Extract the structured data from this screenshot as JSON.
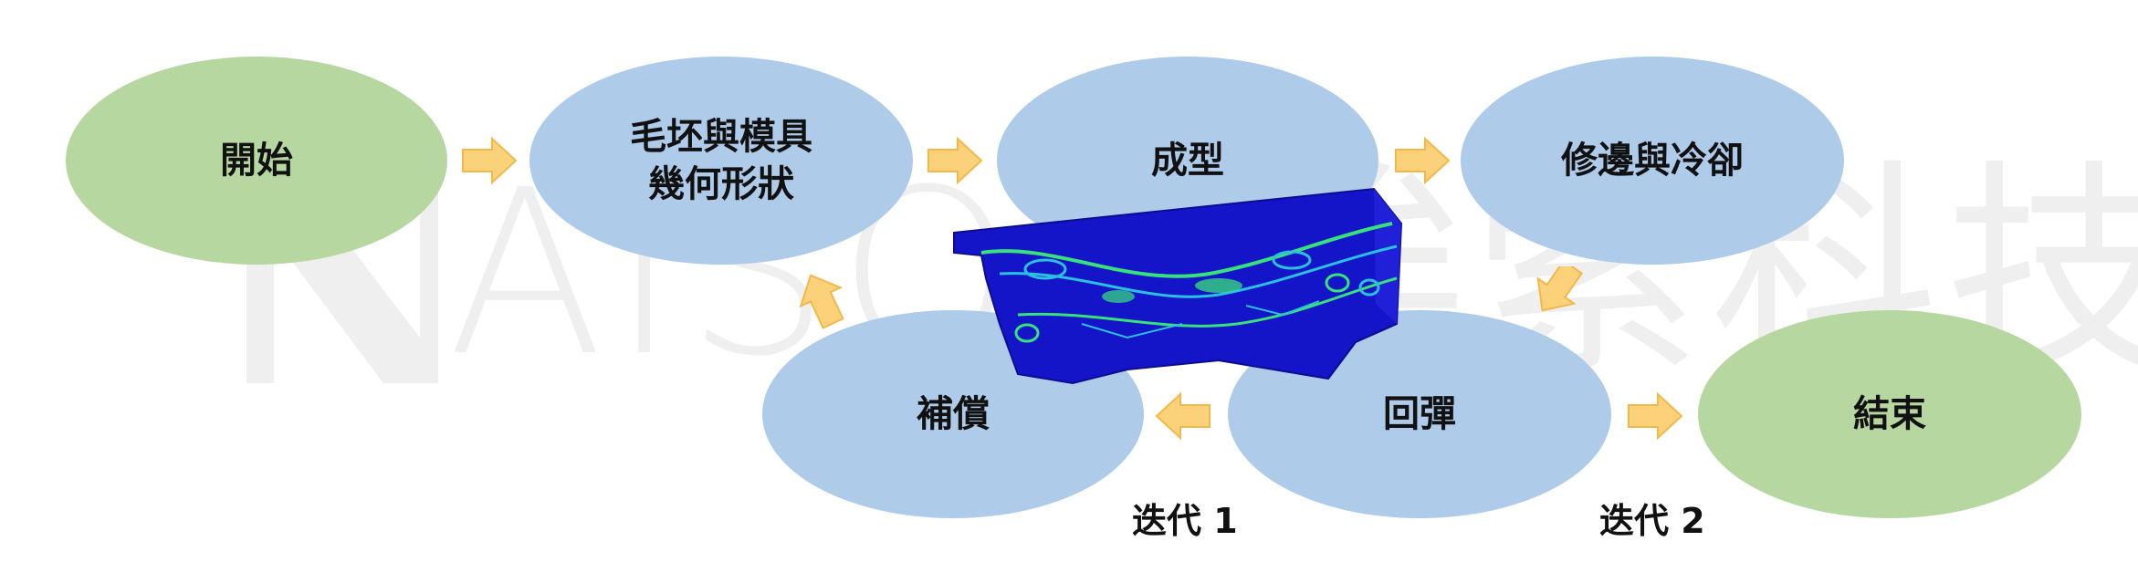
{
  "watermark": {
    "text": "AISOL 埃索科技"
  },
  "nodes": {
    "start": "開始",
    "blank_die": "毛坯與模具\n幾何形狀",
    "forming": "成型",
    "trim_cool": "修邊與冷卻",
    "compensation": "補償",
    "springback": "回彈",
    "end": "結束"
  },
  "iterations": {
    "iter1": "迭代 1",
    "iter2": "迭代 2"
  },
  "colors": {
    "green_node": "#b7d7a0",
    "blue_node": "#aecbea",
    "arrow_fill": "#fbd27a",
    "arrow_stroke": "#f2b84a",
    "part_base": "#1414c8",
    "part_highlight": "#38e27a"
  },
  "icons": {
    "flow_arrow": "block-arrow-icon",
    "part_image": "stamped-rail-fea-image"
  }
}
